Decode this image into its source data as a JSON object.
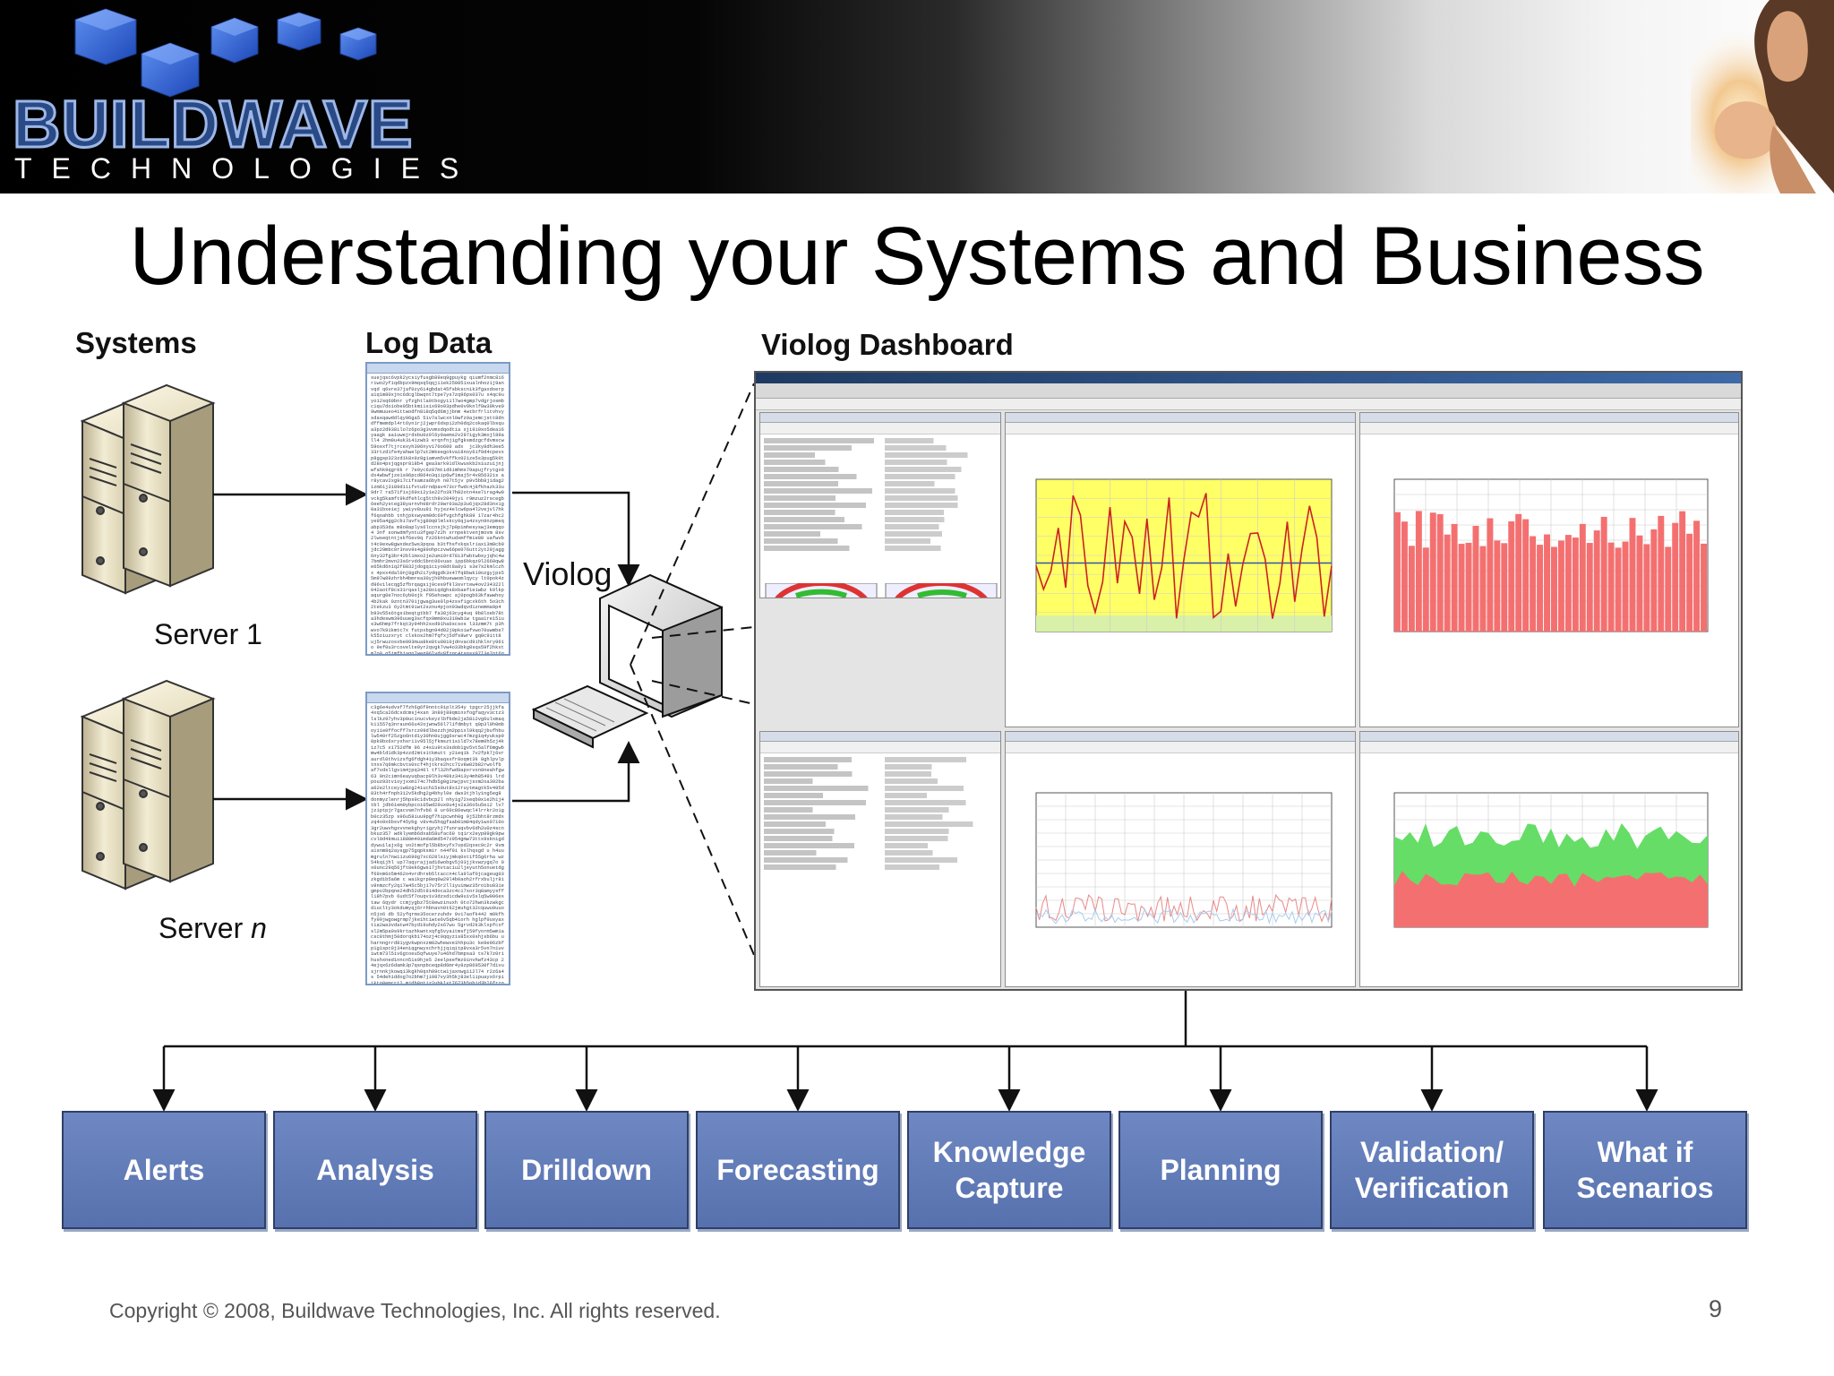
{
  "slide": {
    "title": "Understanding your Systems and Business",
    "page_number": "9",
    "copyright": "Copyright © 2008, Buildwave Technologies, Inc.  All rights reserved."
  },
  "header": {
    "logo_word": "BUILDWAVE",
    "logo_sub": "TECHNOLOGIES"
  },
  "diagram": {
    "sections": {
      "systems": "Systems",
      "log_data": "Log Data",
      "dashboard": "Violog Dashboard"
    },
    "servers": [
      "Server 1",
      "Server "
    ],
    "server_n_suffix": "n",
    "violog_label": "Violog",
    "outputs": [
      "Alerts",
      "Analysis",
      "Drilldown",
      "Forecasting",
      "Knowledge\nCapture",
      "Planning",
      "Validation/\nVerification",
      "What if\nScenarios"
    ]
  },
  "colors": {
    "box_fill": "#6079b6",
    "box_border": "#2f3f66",
    "logo_blue": "#2d5fc9",
    "chart_yellow": "#ffff66",
    "chart_red": "#f47070",
    "chart_green": "#66dd66"
  }
}
